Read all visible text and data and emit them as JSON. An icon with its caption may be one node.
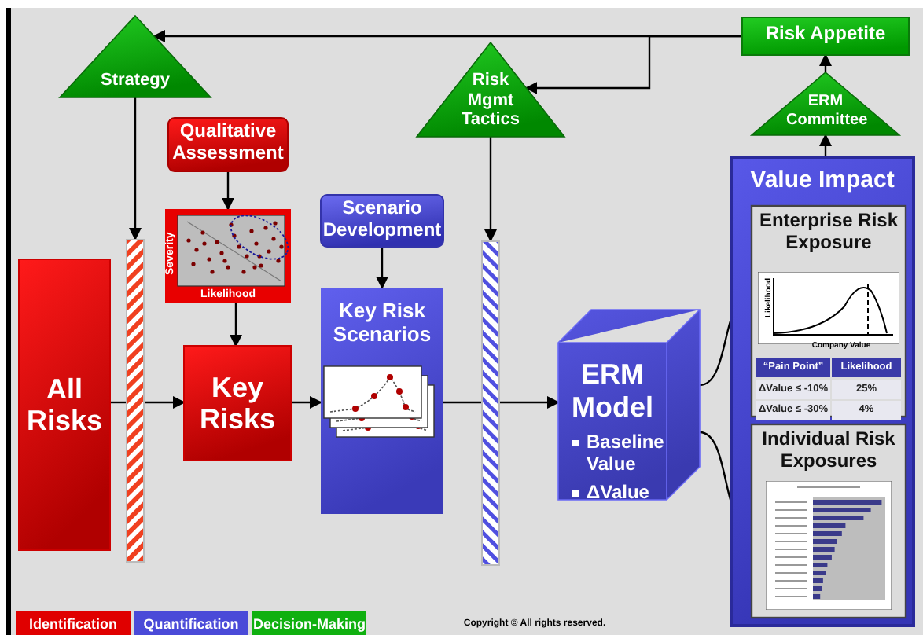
{
  "diagram": {
    "nodes": [
      {
        "text": [
          "Strategy"
        ]
      },
      {
        "text": [
          "Risk Mgmt Tactics"
        ]
      },
      {
        "text": [
          "Risk Appetite"
        ]
      },
      {
        "text": [
          "ERM Committee"
        ]
      },
      {
        "text": [
          "Qualitative Assessment"
        ]
      },
      {
        "text": [],
        "shape": "picture"
      },
      {
        "text": [
          "Scenario Development"
        ]
      },
      {
        "text": [
          "All Risks"
        ]
      },
      {
        "text": [],
        "shape": "bar"
      },
      {
        "text": [
          "Key Risks"
        ]
      },
      {
        "text": [
          "Key Risk Scenarios"
        ]
      },
      {
        "text": [],
        "shape": "bar"
      },
      {
        "text": [
          "ERM Model",
          "Baseline Value",
          "ΔValue"
        ]
      },
      {
        "text": [
          "Value Impact"
        ]
      },
      {
        "text": [
          "Enterprise Risk Exposure"
        ],
        "in": 13
      },
      {
        "text": [
          "Individual Risk Exposures"
        ],
        "in": 13
      }
    ],
    "edges": [
      {
        "from": 2,
        "to": 0,
        "arrow": "to"
      },
      {
        "from": 2,
        "to": 1,
        "arrow": "to"
      },
      {
        "from": 3,
        "to": 2,
        "arrow": "to"
      },
      {
        "from": 13,
        "to": 3,
        "arrow": "to"
      },
      {
        "from": 0,
        "to": 8,
        "arrow": "to"
      },
      {
        "from": 1,
        "to": 11,
        "arrow": "to"
      },
      {
        "from": 4,
        "to": 5,
        "arrow": "to"
      },
      {
        "from": 5,
        "to": 9,
        "arrow": "to"
      },
      {
        "from": 6,
        "to": 10,
        "arrow": "to"
      },
      {
        "from": 7,
        "to": 8,
        "arrow": "none"
      },
      {
        "from": 8,
        "to": 9,
        "arrow": "to"
      },
      {
        "from": 9,
        "to": 10,
        "arrow": "to"
      },
      {
        "from": 10,
        "to": 11,
        "arrow": "none"
      },
      {
        "from": 11,
        "to": 12,
        "arrow": "to"
      },
      {
        "from": 12,
        "to": 14,
        "arrow": "to"
      },
      {
        "from": 12,
        "to": 15,
        "arrow": "to"
      }
    ],
    "labels": [
      "Severity",
      "Likelihood",
      "Likelihood",
      "Company Value",
      "“Pain Point”",
      "Likelihood",
      "ΔValue ≤ -10%",
      "25%",
      "ΔValue ≤ -30%",
      "4%",
      "Copyright © All rights reserved."
    ],
    "legend": [
      {
        "text": "Identification",
        "color": "#e00000"
      },
      {
        "text": "Quantification",
        "color": "#4a4ad8"
      },
      {
        "text": "Decision-Making",
        "color": "#10b010"
      }
    ]
  }
}
